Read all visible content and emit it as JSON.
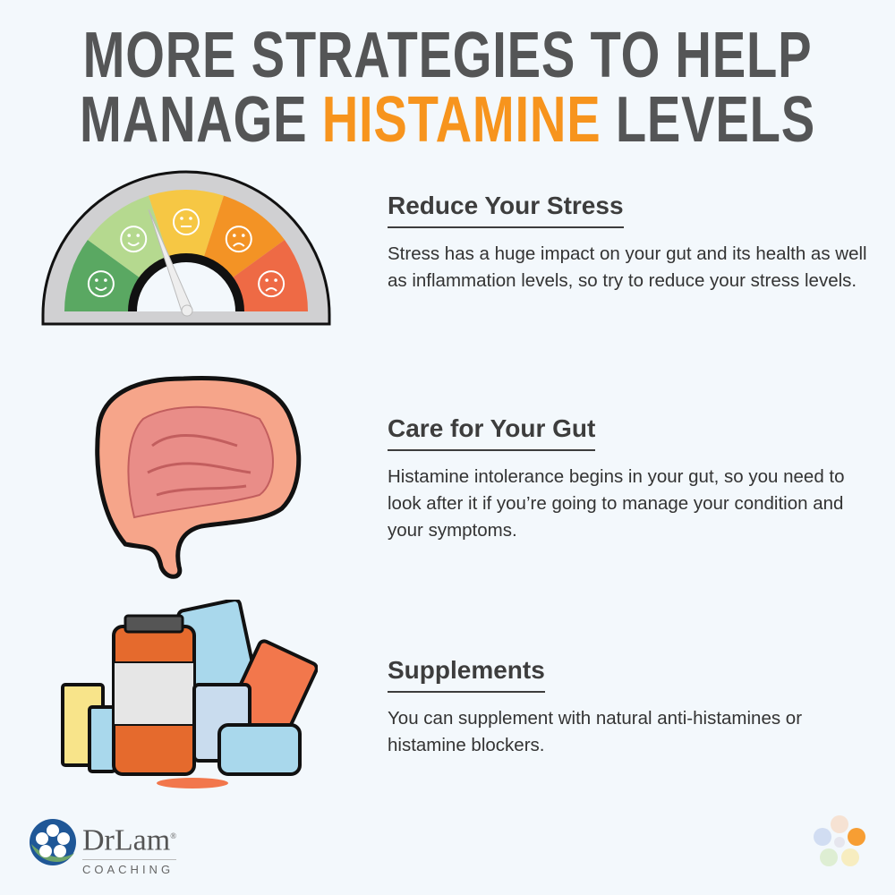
{
  "title": {
    "line1": "MORE STRATEGIES TO HELP",
    "line2_before": "MANAGE ",
    "line2_accent": "HISTAMINE",
    "line2_after": " LEVELS"
  },
  "colors": {
    "accent": "#f7941d",
    "title": "#545556",
    "gauge": [
      "#5aa862",
      "#b5d98f",
      "#f6c744",
      "#f39325",
      "#ee6a45"
    ]
  },
  "sections": [
    {
      "heading": "Reduce Your Stress",
      "body": "Stress has a huge impact on your gut and its health as well as inflammation levels, so try to reduce your stress levels.",
      "icon": "stress-gauge-icon"
    },
    {
      "heading": "Care for Your Gut",
      "body": "Histamine intolerance begins in your gut, so you need to look after it if you’re going to manage your condition and your symptoms.",
      "icon": "intestine-icon"
    },
    {
      "heading": "Supplements",
      "body": "You can supplement with natural anti-histamines or histamine blockers.",
      "icon": "pills-bottles-icon"
    }
  ],
  "logo": {
    "name": "DrLam",
    "sub": "COACHING",
    "reg": "®"
  }
}
